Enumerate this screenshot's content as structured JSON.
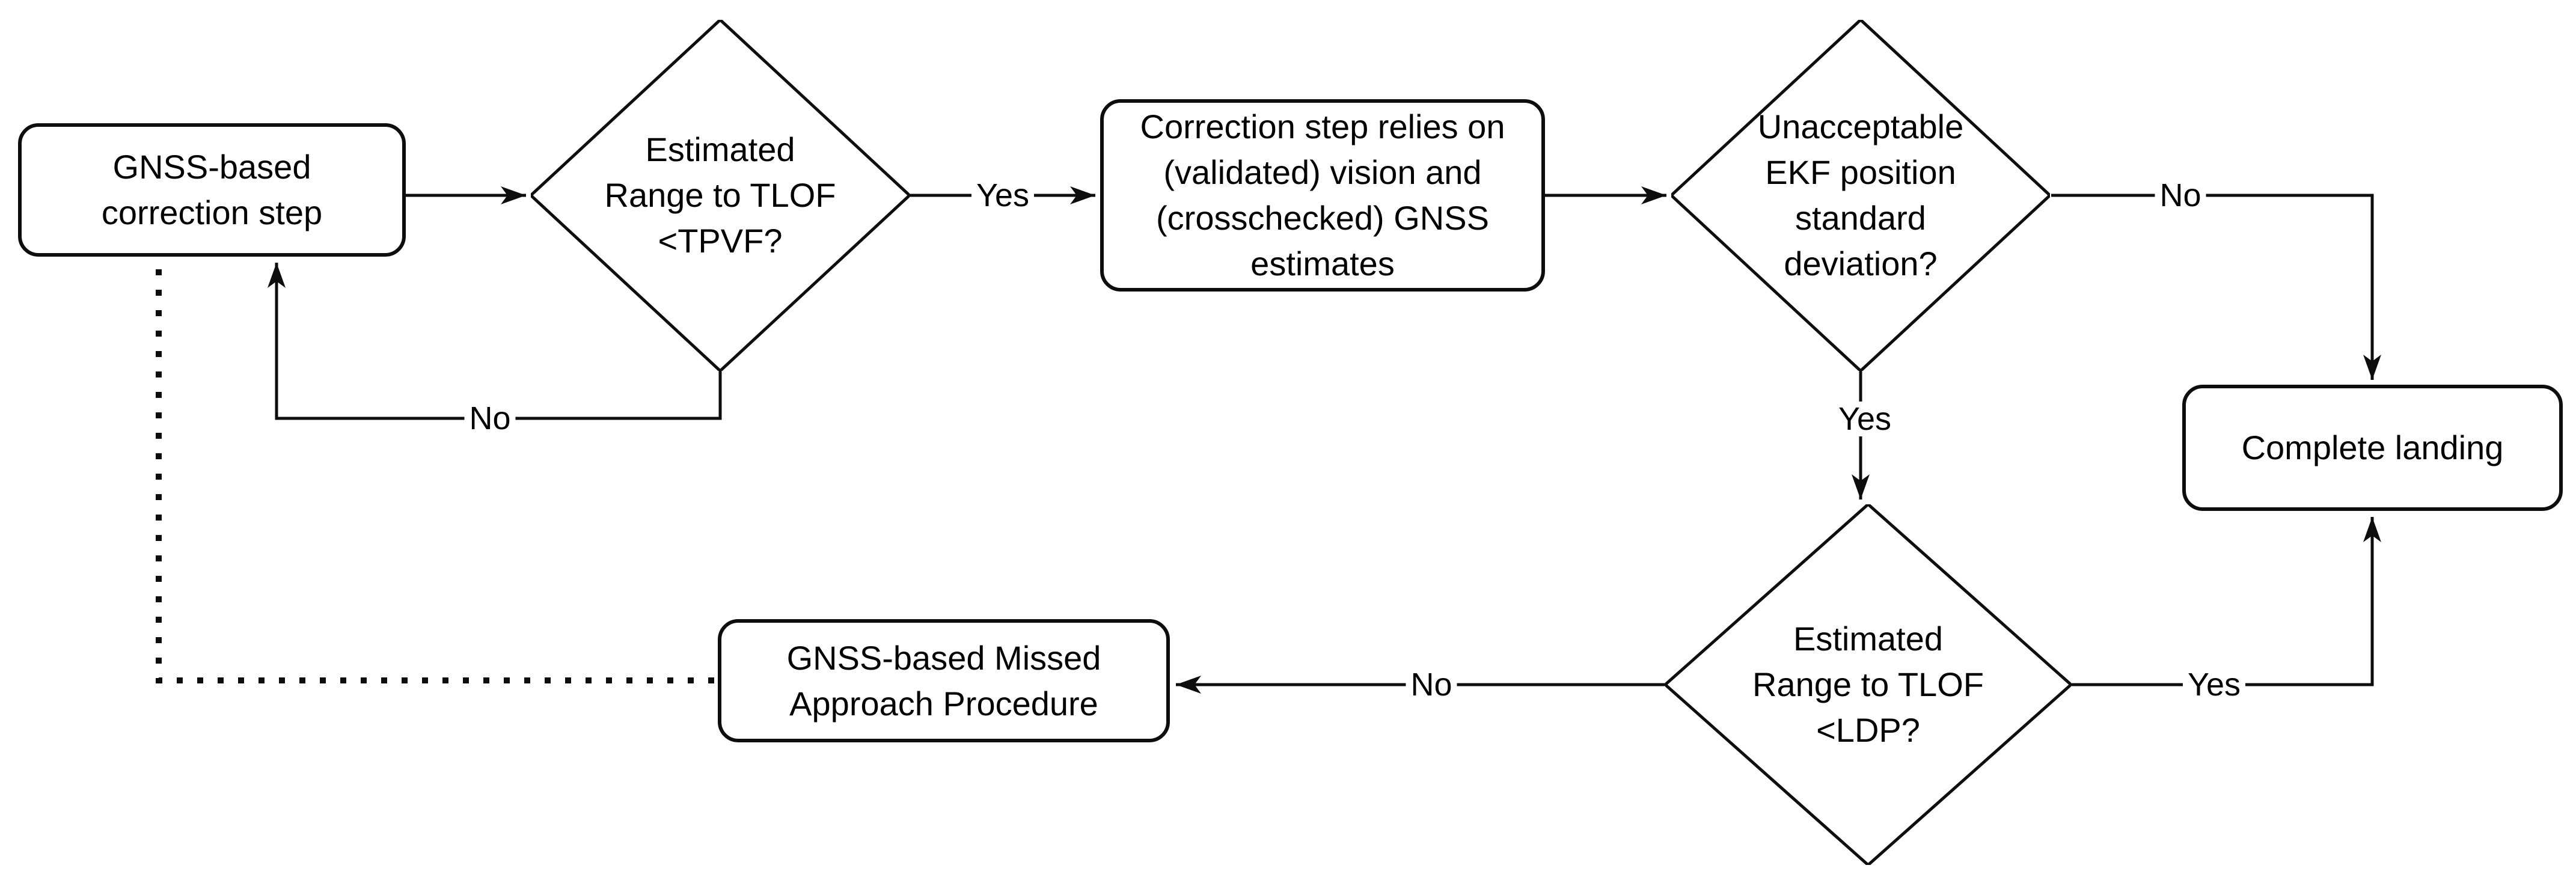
{
  "diagram": {
    "colors": {
      "background": "#ffffff",
      "stroke": "#000000",
      "text": "#000000",
      "node_fill": "#ffffff"
    },
    "nodes": [
      {
        "id": "gnss-correction-step",
        "type": "process",
        "label": "GNSS-based\ncorrection step"
      },
      {
        "id": "range-tlof-tpvf",
        "type": "decision",
        "label": "Estimated\nRange to TLOF\n<TPVF?"
      },
      {
        "id": "correction-vision-gnss",
        "type": "process",
        "label": "Correction step relies on\n(validated) vision and\n(crosschecked) GNSS\nestimates"
      },
      {
        "id": "ekf-stddev",
        "type": "decision",
        "label": "Unacceptable\nEKF position\nstandard\ndeviation?"
      },
      {
        "id": "complete-landing",
        "type": "process",
        "label": "Complete landing"
      },
      {
        "id": "range-tlof-ldp",
        "type": "decision",
        "label": "Estimated\nRange to TLOF\n<LDP?"
      },
      {
        "id": "missed-approach",
        "type": "process",
        "label": "GNSS-based Missed\nApproach Procedure"
      }
    ],
    "edges": [
      {
        "from": "gnss-correction-step",
        "to": "range-tlof-tpvf",
        "label": "",
        "style": "solid"
      },
      {
        "from": "range-tlof-tpvf",
        "to": "correction-vision-gnss",
        "label": "Yes",
        "style": "solid"
      },
      {
        "from": "range-tlof-tpvf",
        "to": "gnss-correction-step",
        "label": "No",
        "style": "solid"
      },
      {
        "from": "correction-vision-gnss",
        "to": "ekf-stddev",
        "label": "",
        "style": "solid"
      },
      {
        "from": "ekf-stddev",
        "to": "complete-landing",
        "label": "No",
        "style": "solid"
      },
      {
        "from": "ekf-stddev",
        "to": "range-tlof-ldp",
        "label": "Yes",
        "style": "solid"
      },
      {
        "from": "range-tlof-ldp",
        "to": "complete-landing",
        "label": "Yes",
        "style": "solid"
      },
      {
        "from": "range-tlof-ldp",
        "to": "missed-approach",
        "label": "No",
        "style": "solid"
      },
      {
        "from": "missed-approach",
        "to": "gnss-correction-step",
        "label": "",
        "style": "dotted"
      }
    ]
  }
}
